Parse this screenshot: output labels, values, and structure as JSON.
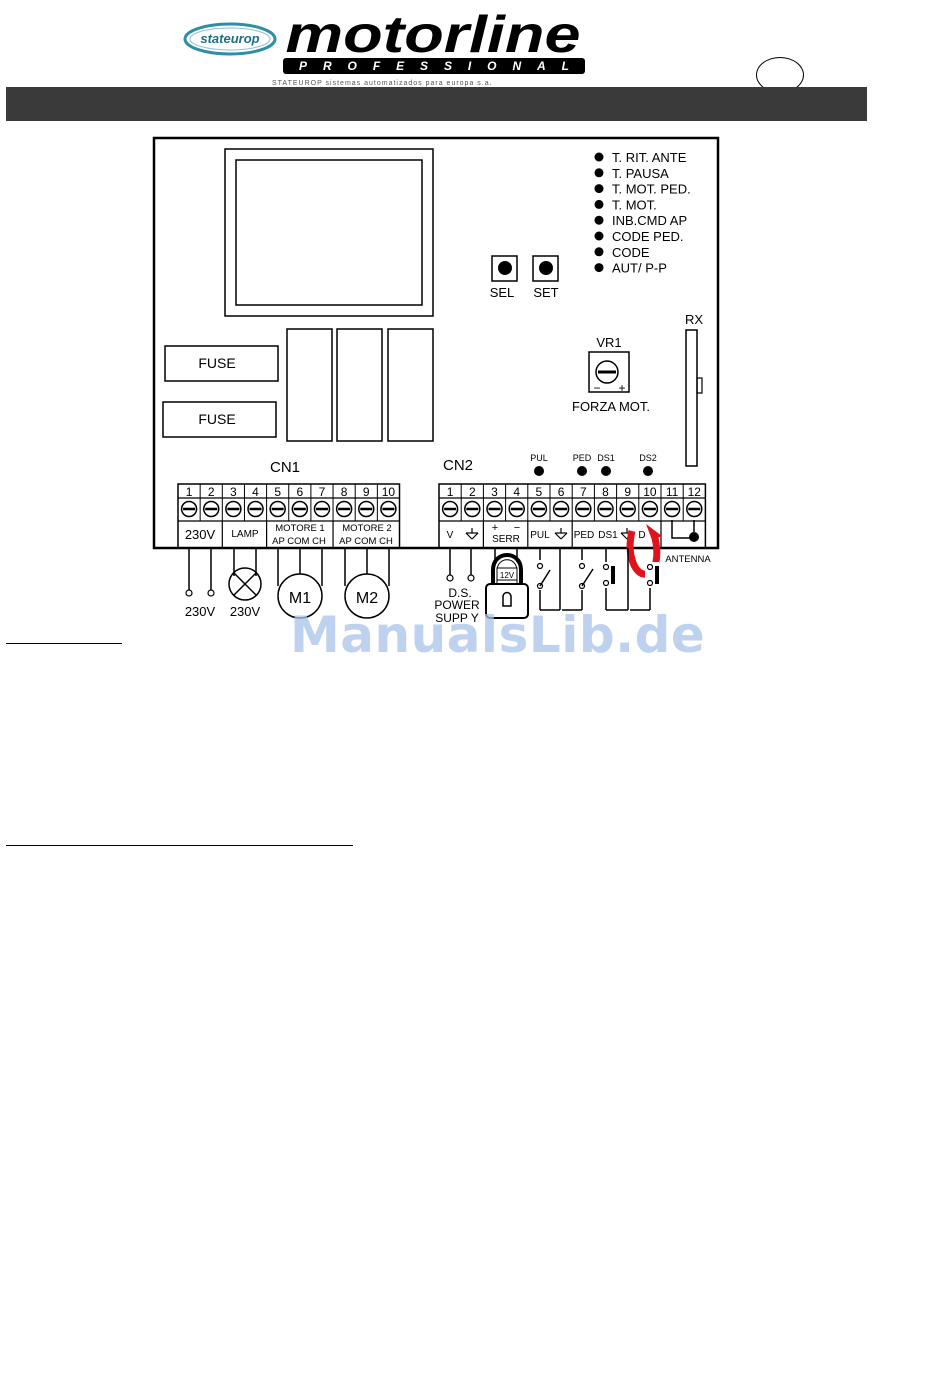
{
  "header": {
    "stateurop_logo": "stateurop",
    "brand": "motorline",
    "brand_sub": "PROFESSIONAL",
    "tagline": "STATEUROP sistemas automatizados para europa s.a.",
    "bar_color": "#3a3a3a"
  },
  "board": {
    "leds": [
      "T. RIT. ANTE",
      "T. PAUSA",
      "T. MOT. PED.",
      "T. MOT.",
      "INB.CMD AP",
      "CODE  PED.",
      "CODE",
      "AUT/ P-P"
    ],
    "buttons": [
      "SEL",
      "SET"
    ],
    "fuses": [
      "FUSE",
      "FUSE"
    ],
    "rx_label": "RX",
    "vr1_label": "VR1",
    "vr1_minus": "−",
    "vr1_plus": "+",
    "forza_label": "FORZA MOT.",
    "input_leds": [
      "PUL",
      "PED",
      "DS1",
      "DS2"
    ],
    "cn1": {
      "label": "CN1",
      "numbers": [
        "1",
        "2",
        "3",
        "4",
        "5",
        "6",
        "7",
        "8",
        "9",
        "10"
      ],
      "groups": [
        "230V",
        "LAMP",
        "MOTORE 1",
        "AP COM CH",
        "MOTORE 2",
        "AP COM CH"
      ]
    },
    "cn2": {
      "label": "CN2",
      "numbers": [
        "1",
        "2",
        "3",
        "4",
        "5",
        "6",
        "7",
        "8",
        "9",
        "10",
        "11",
        "12"
      ],
      "groups": [
        "V",
        "+",
        "−",
        "SERR",
        "PUL",
        "PED",
        "DS1",
        "D"
      ],
      "antenna": "ANTENNA"
    },
    "external": {
      "supply_230v": "230V",
      "lamp_230v": "230V",
      "motor1": "M1",
      "motor2": "M2",
      "ds_power": [
        "D.S.",
        "POWER",
        "SUPP   Y"
      ],
      "lock_voltage": "12V"
    },
    "highlight_color": "#e0121b"
  },
  "watermark": "ManualsLib.de"
}
